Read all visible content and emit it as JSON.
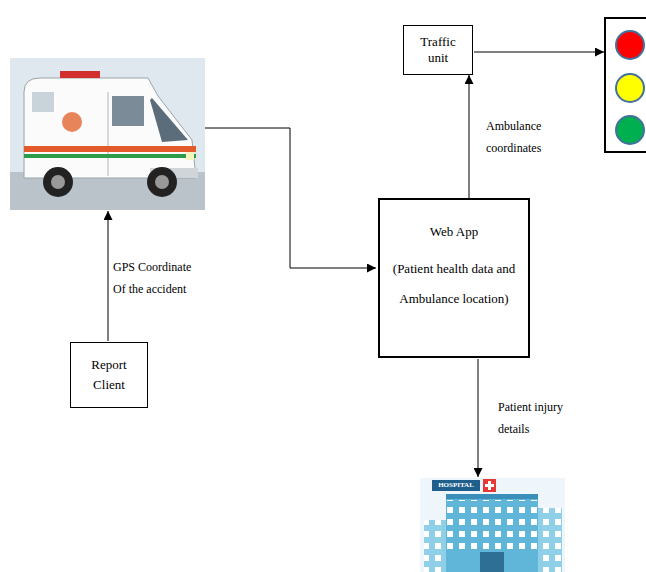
{
  "diagram": {
    "nodes": [
      {
        "text": [
          "Traffic unit"
        ]
      },
      {
        "text": [
          "Web App",
          "(Patient health data and Ambulance location)"
        ]
      },
      {
        "text": [
          "Report Client"
        ]
      }
    ],
    "edges": [
      {
        "from": 1,
        "to": 0,
        "arrow": "to",
        "label": "Ambulance coordinates"
      }
    ],
    "labels": [
      "GPS Coordinate Of the accident",
      "Patient injury details",
      "HOSPITAL"
    ]
  }
}
